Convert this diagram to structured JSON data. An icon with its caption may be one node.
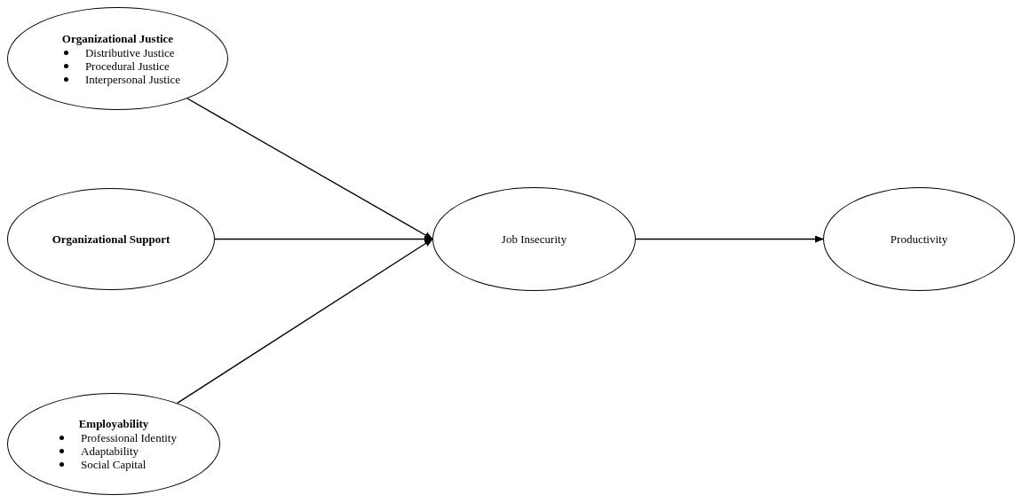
{
  "diagram": {
    "nodes": [
      {
        "text": [
          "Organizational Justice",
          "Distributive Justice",
          "Procedural Justice",
          "Interpersonal Justice"
        ]
      },
      {
        "text": [
          "Organizational Support"
        ]
      },
      {
        "text": [
          "Employability",
          "Professional Identity",
          "Adaptability",
          "Social Capital"
        ]
      },
      {
        "text": [
          "Job Insecurity"
        ]
      },
      {
        "text": [
          "Productivity"
        ]
      }
    ],
    "edges": [
      {
        "from": 0,
        "to": 3,
        "arrow": "to"
      },
      {
        "from": 1,
        "to": 3,
        "arrow": "to"
      },
      {
        "from": 2,
        "to": 3,
        "arrow": "to"
      },
      {
        "from": 3,
        "to": 4,
        "arrow": "to"
      }
    ]
  }
}
